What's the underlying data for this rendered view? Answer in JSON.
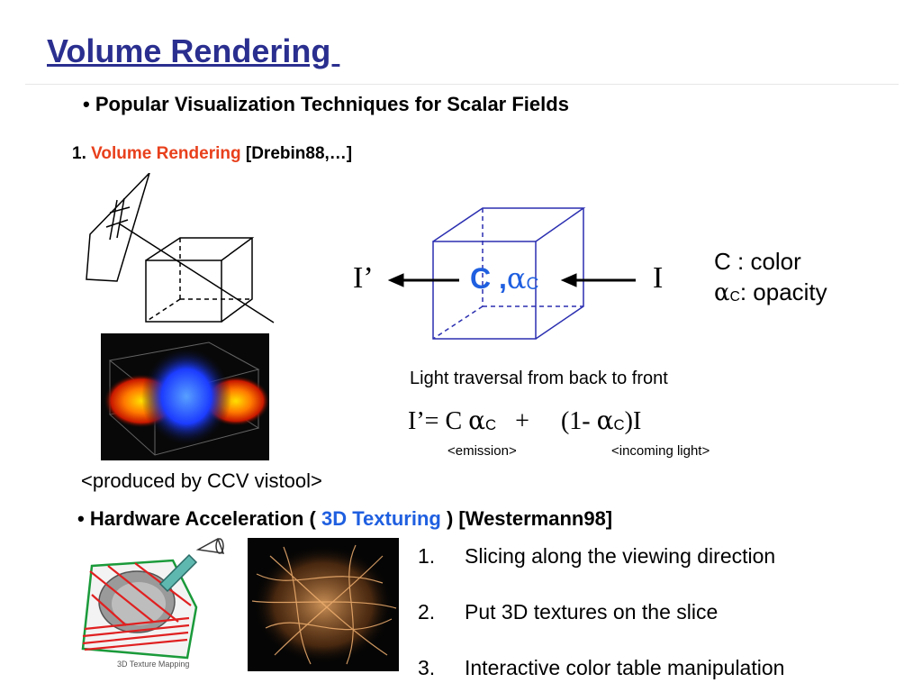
{
  "title": "Volume Rendering ",
  "bullet1": {
    "marker": "•",
    "text": "Popular Visualization Techniques for Scalar Fields"
  },
  "item1": {
    "number": "1.",
    "highlight": "Volume Rendering",
    "rest": "[Drebin88,…]"
  },
  "cube": {
    "out_label": "I’",
    "in_label": "I",
    "c_symbol": "C ,",
    "alpha": "α",
    "alpha_sub": "C"
  },
  "legend": {
    "line1": "C : color",
    "alpha": "α",
    "alpha_sub": "C",
    "line2_rest": ": opacity"
  },
  "traversal": "Light traversal from back to front",
  "formula": {
    "lhs": "I’= C ",
    "alpha1": "α",
    "sub1": "C",
    "middle": "   +     (1- ",
    "alpha2": "α",
    "sub2": "C",
    "end": ")I",
    "emission": "<emission>",
    "incoming": "<incoming light>"
  },
  "produced_by": "<produced by CCV vistool>",
  "bullet2": {
    "marker": "•",
    "text": "Hardware Acceleration ( ",
    "highlight": "3D Texturing",
    "rest": " ) [Westermann98]"
  },
  "texture_caption": "3D Texture Mapping",
  "steps": [
    {
      "number": "1.",
      "text": "Slicing along the viewing direction"
    },
    {
      "number": "2.",
      "text": "Put 3D textures on the slice"
    },
    {
      "number": "3.",
      "text": "Interactive color table manipulation"
    }
  ],
  "colors": {
    "title": "#2a2f8f",
    "highlight_red": "#e8401c",
    "highlight_blue": "#1f5fe0",
    "cube_lines": "#2b2fb0"
  }
}
